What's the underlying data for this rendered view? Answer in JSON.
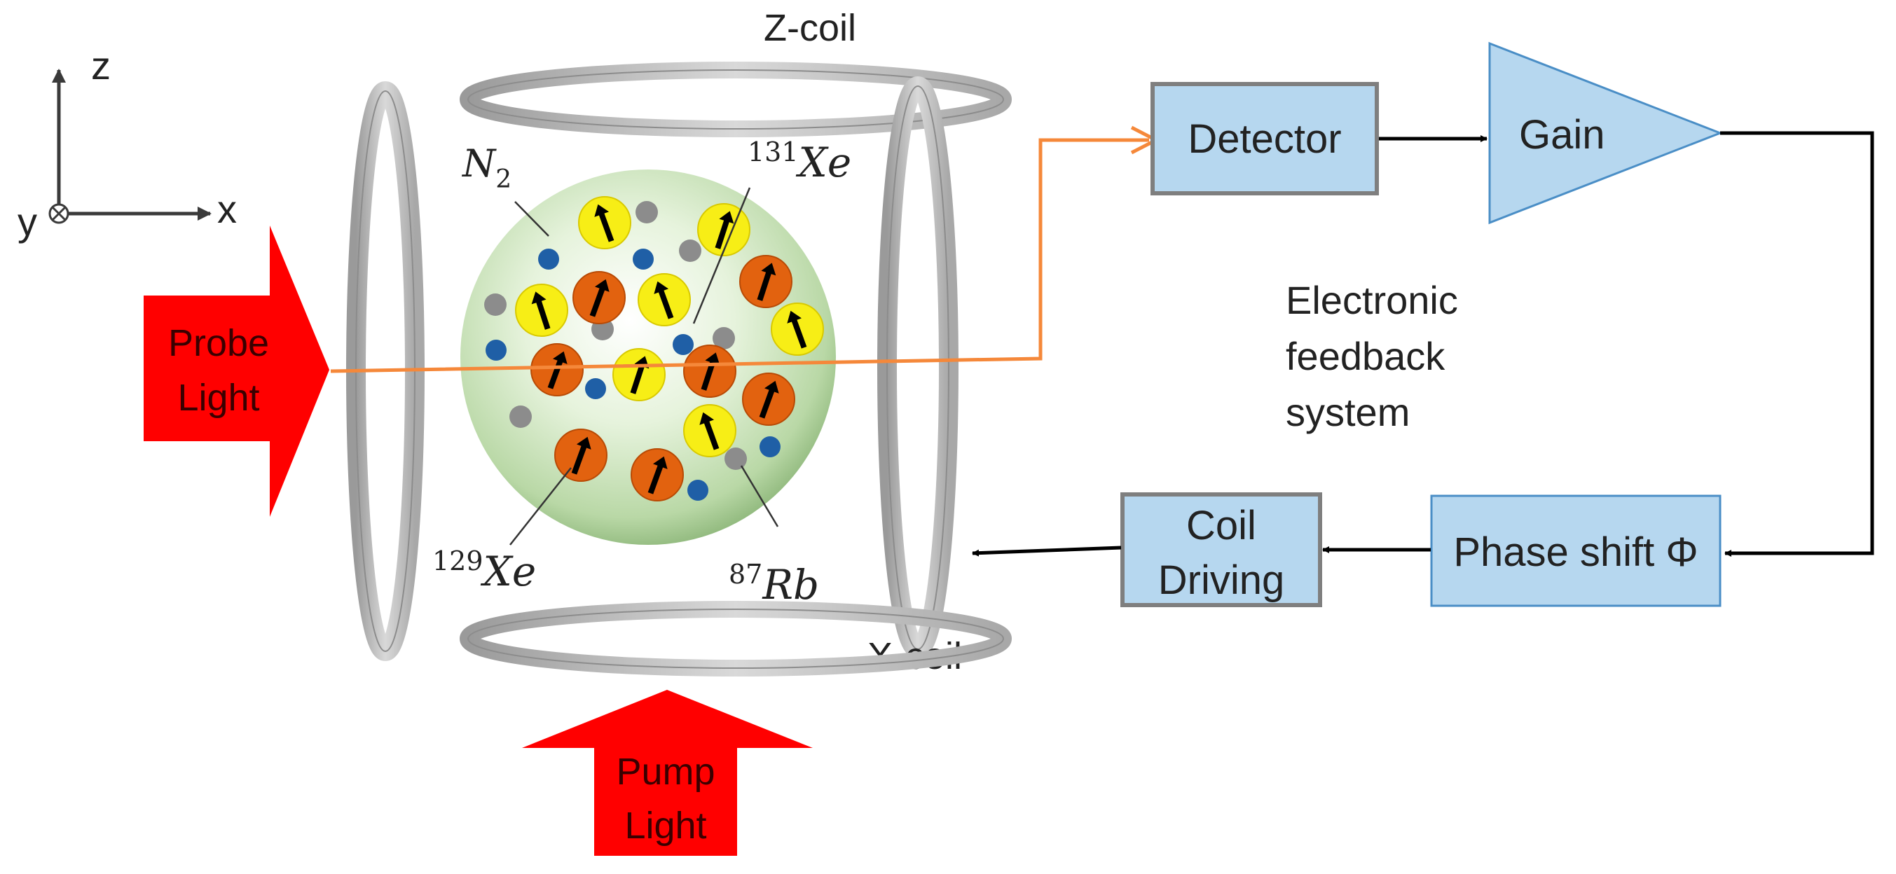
{
  "axes": {
    "z": "z",
    "x": "x",
    "y": "y"
  },
  "coils": {
    "z_label": "Z-coil",
    "x_label": "X-coil"
  },
  "species": {
    "n2": {
      "base": "N",
      "sub": "2"
    },
    "xe131": {
      "sup": "131",
      "base": "Xe"
    },
    "xe129": {
      "sup": "129",
      "base": "Xe"
    },
    "rb87": {
      "sup": "87",
      "base": "Rb"
    }
  },
  "light": {
    "probe_line1": "Probe",
    "probe_line2": "Light",
    "pump_line1": "Pump",
    "pump_line2": "Light"
  },
  "blocks": {
    "detector": "Detector",
    "gain": "Gain",
    "phase_shift": "Phase shift Φ",
    "coil_line1": "Coil",
    "coil_line2": "Driving"
  },
  "feedback": {
    "line1": "Electronic",
    "line2": "feedback",
    "line3": "system"
  },
  "colors": {
    "light_arrow": "#ff0000",
    "probe_beam": "#f5883a",
    "block_fill": "#b6d7ef",
    "block_border_gray": "#7f7f7f",
    "block_border_blue": "#4a8ec6",
    "xe129": "#e2620f",
    "xe131": "#f7ee16",
    "rb87": "#8c8c8c",
    "n2": "#1f5fa6",
    "cell": "#d7ebc9"
  }
}
